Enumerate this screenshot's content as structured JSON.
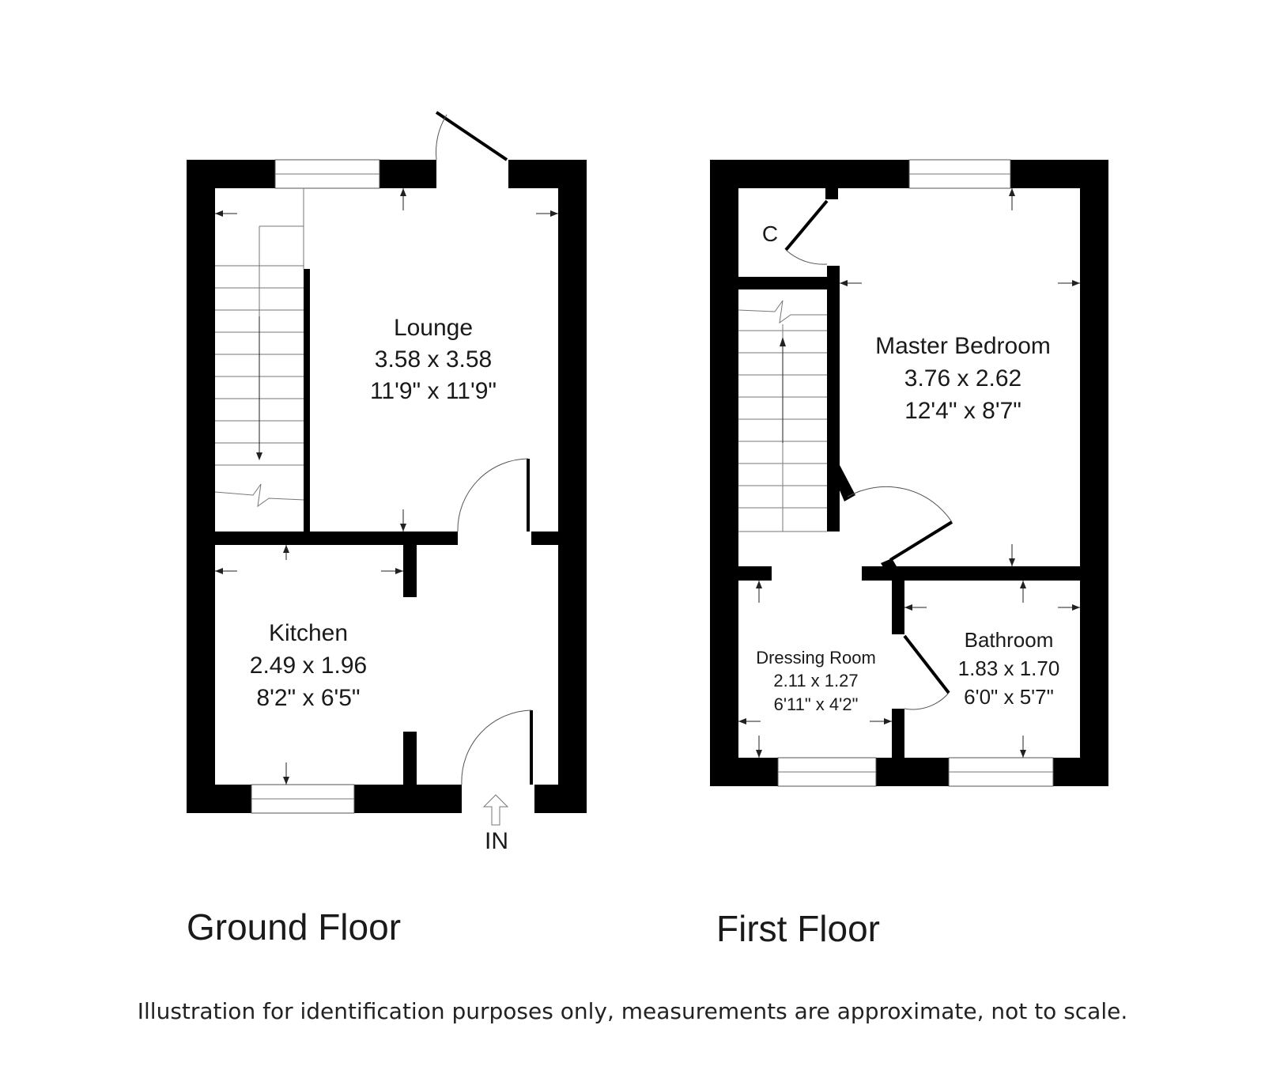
{
  "ground_floor": {
    "title": "Ground Floor",
    "lounge": {
      "name": "Lounge",
      "metric": "3.58 x 3.58",
      "imperial": "11'9\" x 11'9\""
    },
    "kitchen": {
      "name": "Kitchen",
      "metric": "2.49 x 1.96",
      "imperial": "8'2\" x 6'5\""
    },
    "entrance_label": "IN"
  },
  "first_floor": {
    "title": "First Floor",
    "cupboard_label": "C",
    "master_bedroom": {
      "name": "Master Bedroom",
      "metric": "3.76 x 2.62",
      "imperial": "12'4\" x 8'7\""
    },
    "dressing_room": {
      "name": "Dressing Room",
      "metric": "2.11 x 1.27",
      "imperial": "6'11\" x 4'2\""
    },
    "bathroom": {
      "name": "Bathroom",
      "metric": "1.83 x 1.70",
      "imperial": "6'0\" x 5'7\""
    }
  },
  "disclaimer": "Illustration for identification purposes only, measurements are approximate, not to scale."
}
